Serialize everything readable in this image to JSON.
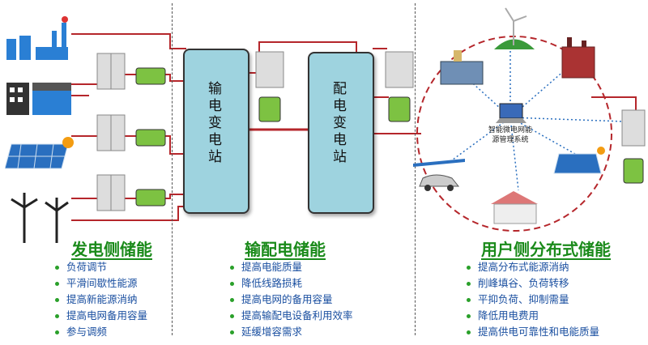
{
  "stations": {
    "transmission": "输电变电站",
    "distribution": "配电变电站"
  },
  "center_label_line1": "智能微电网能",
  "center_label_line2": "源管理系统",
  "sections": [
    {
      "title": "发电侧储能",
      "items": [
        "负荷调节",
        "平滑间歇性能源",
        "提高新能源消纳",
        "提高电网备用容量",
        "参与调频"
      ]
    },
    {
      "title": "输配电储能",
      "items": [
        "提高电能质量",
        "降低线路损耗",
        "提高电网的备用容量",
        "提高输配电设备利用效率",
        "延缓增容需求"
      ]
    },
    {
      "title": "用户侧分布式储能",
      "items": [
        "提高分布式能源消纳",
        "削峰填谷、负荷转移",
        "平抑负荷、抑制需量",
        "降低用电费用",
        "提高供电可靠性和电能质量"
      ]
    }
  ],
  "colors": {
    "line": "#c0392b",
    "accent": "#1a8a1a",
    "text_blue": "#1a4fa0",
    "station": "#9ed3df"
  },
  "icons": [
    "power-plant-icon",
    "factory-icon",
    "hydro-dam-icon",
    "solar-panel-icon",
    "wind-turbine-icon",
    "battery-cabinet-icon",
    "battery-icon",
    "laptop-icon",
    "house-icon",
    "electric-car-icon"
  ]
}
